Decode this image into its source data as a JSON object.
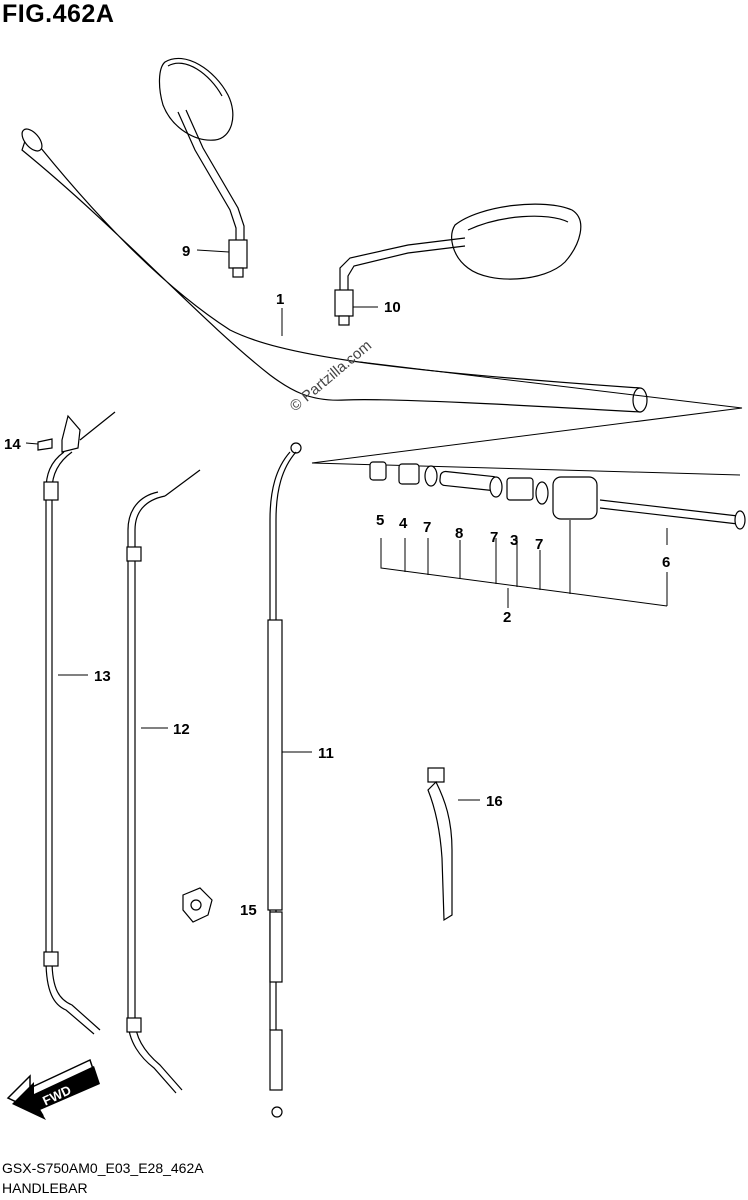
{
  "figure": {
    "title": "FIG.462A"
  },
  "watermark": "© Partzilla.com",
  "footer": {
    "code": "GSX-S750AM0_E03_E28_462A",
    "name": "HANDLEBAR"
  },
  "fwd_label": "FWD",
  "callouts": {
    "c1": "1",
    "c2": "2",
    "c3": "3",
    "c4": "4",
    "c5": "5",
    "c6": "6",
    "c7a": "7",
    "c7b": "7",
    "c7c": "7",
    "c8": "8",
    "c9": "9",
    "c10": "10",
    "c11": "11",
    "c12": "12",
    "c13": "13",
    "c14": "14",
    "c15": "15",
    "c16": "16"
  }
}
